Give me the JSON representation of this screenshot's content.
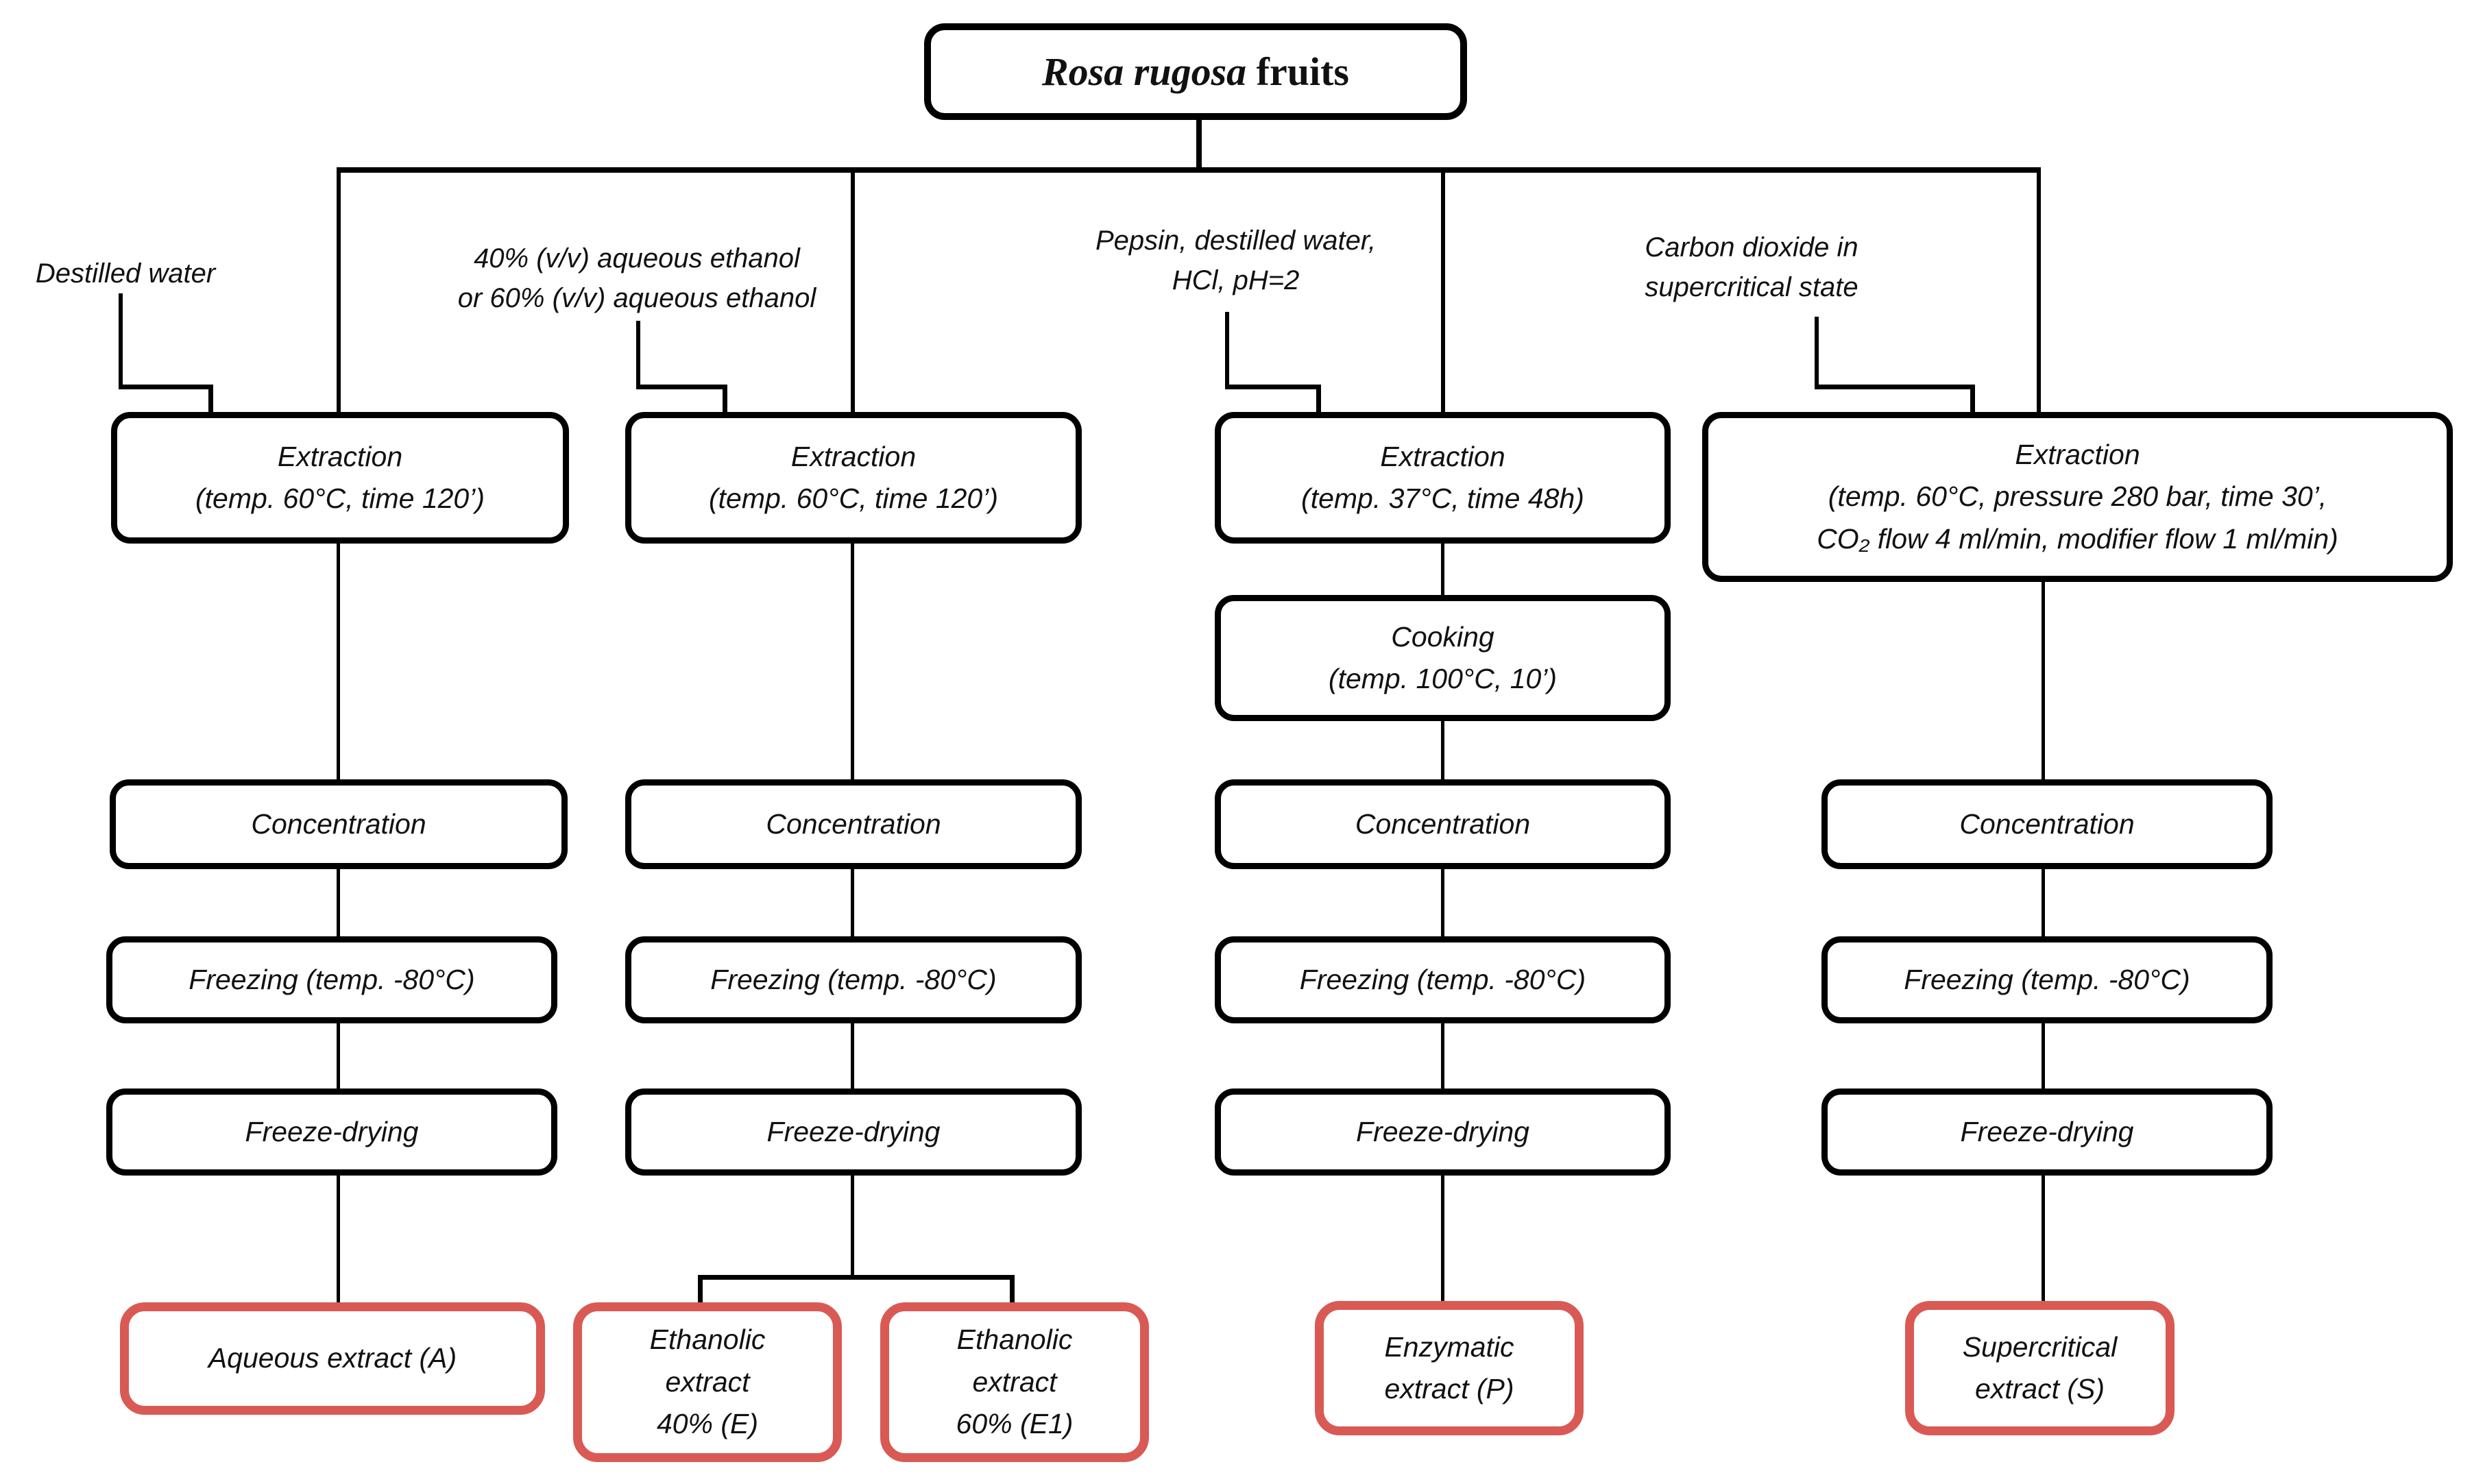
{
  "title": {
    "species": "Rosa rugosa",
    "rest": " fruits"
  },
  "colors": {
    "line": "#000000",
    "process_border": "#000000",
    "extract_border": "#d95a54",
    "background": "#ffffff"
  },
  "branches": [
    {
      "input_label": [
        "Destilled water"
      ],
      "extraction": [
        "Extraction",
        "(temp. 60°C, time 120’)"
      ],
      "concentration": "Concentration",
      "freezing": "Freezing (temp. -80°C)",
      "freeze_drying": "Freeze-drying",
      "extracts": [
        {
          "lines": [
            "Aqueous extract (A)"
          ]
        }
      ]
    },
    {
      "input_label": [
        "40% (v/v) aqueous ethanol",
        "or 60% (v/v) aqueous ethanol"
      ],
      "extraction": [
        "Extraction",
        "(temp. 60°C, time 120’)"
      ],
      "concentration": "Concentration",
      "freezing": "Freezing (temp. -80°C)",
      "freeze_drying": "Freeze-drying",
      "extracts": [
        {
          "lines": [
            "Ethanolic",
            "extract",
            "40% (E)"
          ]
        },
        {
          "lines": [
            "Ethanolic",
            "extract",
            "60% (E1)"
          ]
        }
      ]
    },
    {
      "input_label": [
        "Pepsin, destilled water,",
        "HCl, pH=2"
      ],
      "extraction": [
        "Extraction",
        "(temp. 37°C, time 48h)"
      ],
      "cooking": [
        "Cooking",
        "(temp. 100°C, 10’)"
      ],
      "concentration": "Concentration",
      "freezing": "Freezing (temp. -80°C)",
      "freeze_drying": "Freeze-drying",
      "extracts": [
        {
          "lines": [
            "Enzymatic",
            "extract (P)"
          ]
        }
      ]
    },
    {
      "input_label": [
        "Carbon dioxide in",
        "supercritical state"
      ],
      "extraction": [
        "Extraction",
        "(temp. 60°C, pressure 280 bar, time 30’,",
        "CO₂ flow 4 ml/min, modifier flow 1 ml/min)"
      ],
      "concentration": "Concentration",
      "freezing": "Freezing (temp. -80°C)",
      "freeze_drying": "Freeze-drying",
      "extracts": [
        {
          "lines": [
            "Supercritical",
            "extract (S)"
          ]
        }
      ]
    }
  ]
}
